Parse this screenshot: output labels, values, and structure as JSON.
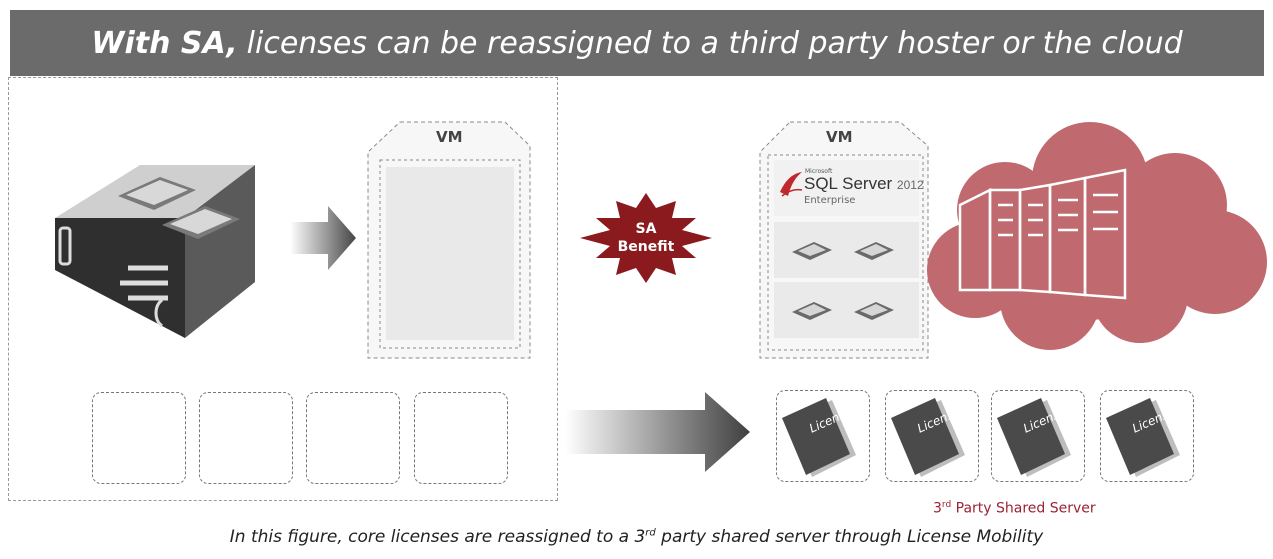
{
  "banner": {
    "bold": "With SA,",
    "rest": "licenses can be reassigned to a third party hoster or the cloud",
    "background": "#6b6b6b"
  },
  "vm_left": {
    "label": "VM"
  },
  "vm_right": {
    "label": "VM"
  },
  "sa_badge": {
    "line1": "SA",
    "line2": "Benefit",
    "color": "#8b1a1e"
  },
  "sql": {
    "vendor": "Microsoft",
    "product": "SQL Server",
    "version": "2012",
    "edition": "Enterprise"
  },
  "licenses": [
    "License",
    "License",
    "License",
    "License"
  ],
  "third_party": {
    "pre": "3",
    "sup": "rd",
    "post": " Party Shared Server",
    "color": "#9b2233"
  },
  "caption": {
    "pre": "In this figure, core licenses are reassigned to a 3",
    "sup": "rd",
    "post": " party shared server through License Mobility"
  },
  "colors": {
    "cloud": "#c06a6f",
    "server_dark": "#3a3a3a",
    "license_book": "#4a4a4a"
  }
}
